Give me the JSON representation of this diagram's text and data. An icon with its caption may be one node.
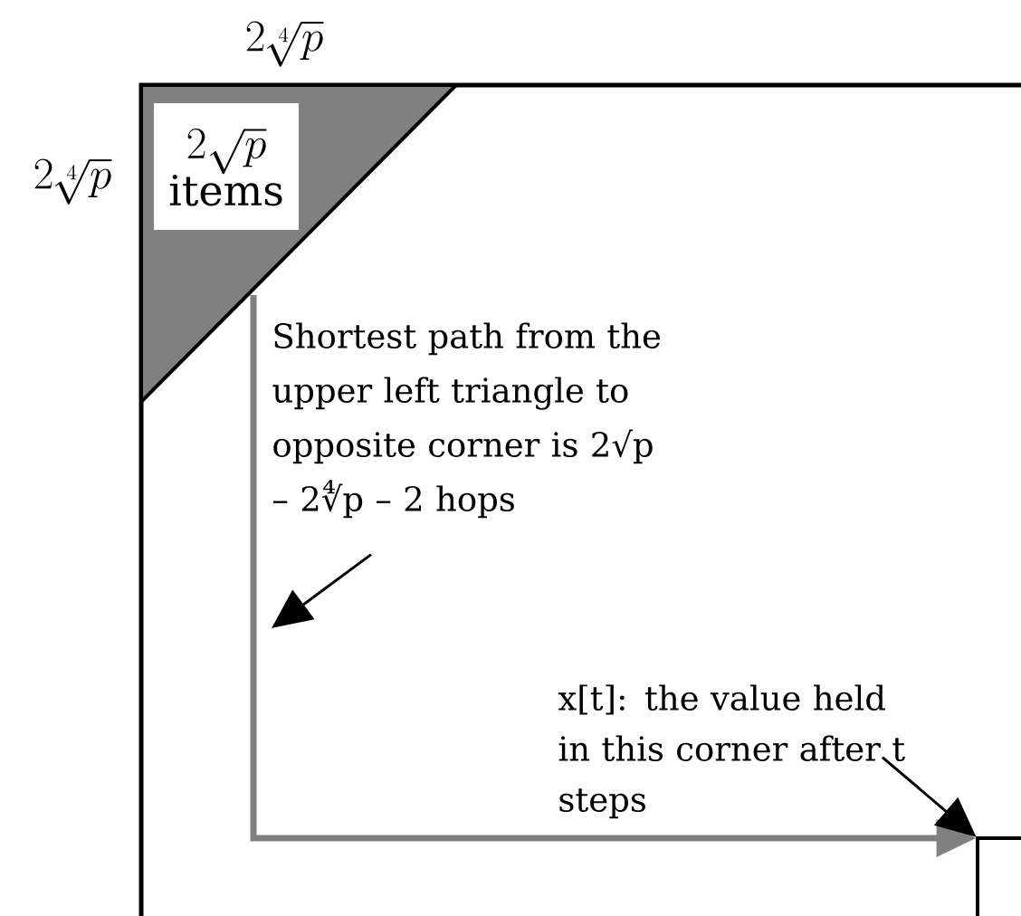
{
  "diagram": {
    "nodes": [
      {
        "text": [],
        "shape": "triangle"
      },
      {
        "text": [
          "2\\sqrt{p}",
          "items"
        ],
        "in": 0
      },
      {
        "text": [
          "Shortest path from the upper left triangle to opposite corner is 2√p – 2∜p – 2 hops"
        ]
      },
      {
        "text": [
          "x[t]: the value held in this corner after t steps"
        ]
      },
      {
        "text": [],
        "shape": "cross"
      }
    ],
    "edges": [
      {
        "from": 0,
        "to": 4,
        "arrow": "to",
        "style": "thick",
        "color": "#808080"
      },
      {
        "from": 2,
        "to": null,
        "arrow": "to"
      },
      {
        "from": 3,
        "to": 4,
        "arrow": "to"
      }
    ],
    "labels": [
      "2\\sqrt[4]{p}",
      "2\\sqrt[4]{p}"
    ]
  }
}
